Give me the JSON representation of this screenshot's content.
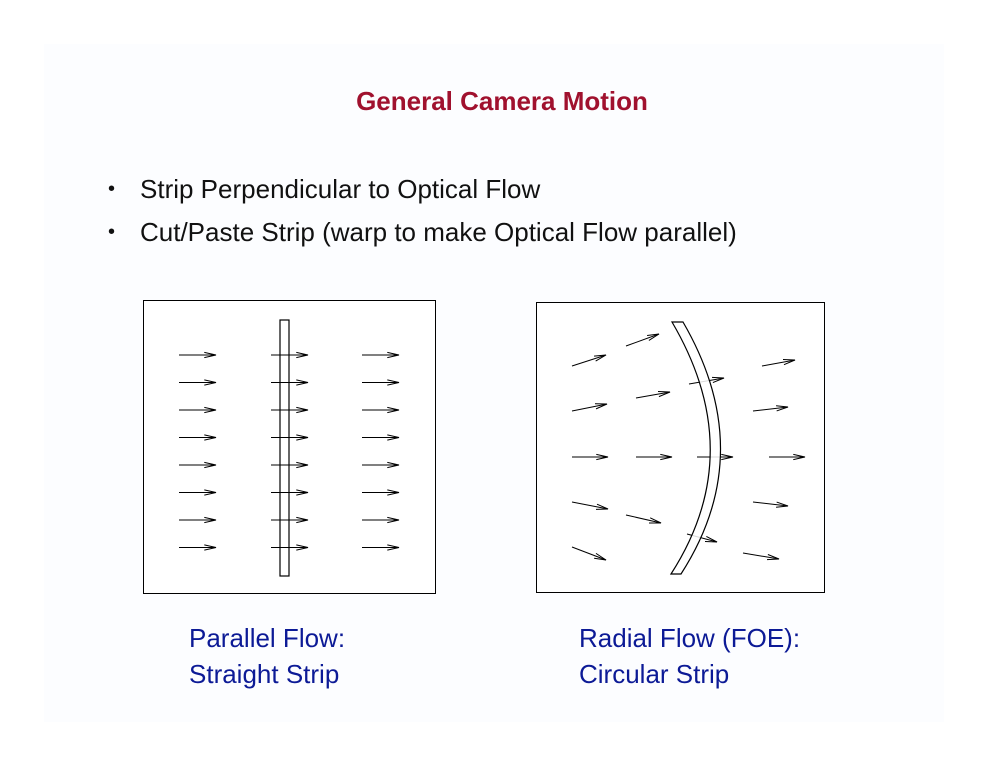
{
  "slide": {
    "title": "General Camera Motion",
    "bullets": [
      "Strip Perpendicular to Optical Flow",
      "Cut/Paste Strip (warp to make Optical Flow parallel)"
    ]
  },
  "left_panel": {
    "caption_line1": "Parallel Flow:",
    "caption_line2": "Straight Strip"
  },
  "right_panel": {
    "caption_line1": "Radial Flow (FOE):",
    "caption_line2": "Circular Strip"
  },
  "colors": {
    "title": "#a0112e",
    "caption": "#0c1a96",
    "body_text": "#111111"
  }
}
